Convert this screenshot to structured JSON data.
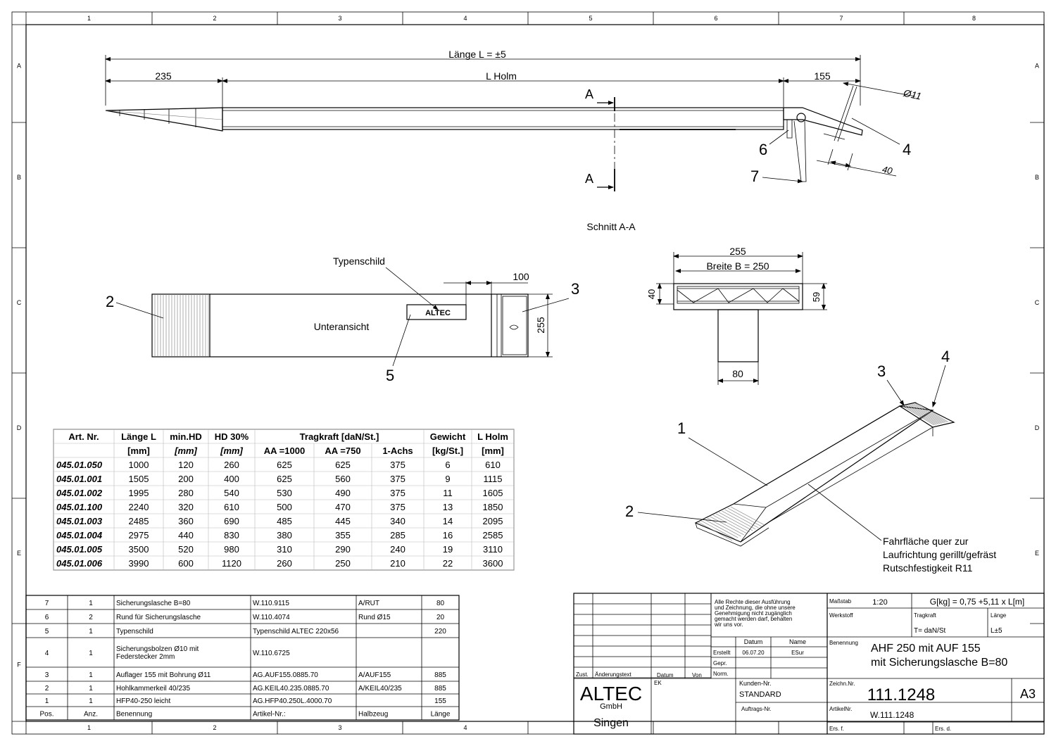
{
  "frame": {
    "columns": [
      "1",
      "2",
      "3",
      "4",
      "5",
      "6",
      "7",
      "8"
    ],
    "rows": [
      "A",
      "B",
      "C",
      "D",
      "E",
      "F"
    ]
  },
  "side_view": {
    "length_dim": "Länge L = ±5",
    "dim_left": "235",
    "dim_middle": "L Holm",
    "dim_right": "155",
    "dim_hole": "Ø11",
    "dim_40": "40",
    "section_marker": "A",
    "callout_6": "6",
    "callout_7": "7",
    "callout_4": "4"
  },
  "section": {
    "title": "Schnitt A-A",
    "dim_255": "255",
    "dim_width": "Breite B = 250",
    "dim_40": "40",
    "dim_59": "59",
    "dim_80": "80"
  },
  "bottom_view": {
    "title": "Unteransicht",
    "nameplate_label": "Typenschild",
    "nameplate_text": "ALTEC",
    "dim_100": "100",
    "dim_255": "255",
    "callout_2": "2",
    "callout_3": "3",
    "callout_5": "5"
  },
  "iso_view": {
    "callout_1": "1",
    "callout_2": "2",
    "callout_3": "3",
    "callout_4": "4",
    "note_line1": "Fahrfläche quer zur",
    "note_line2": "Laufrichtung gerillt/gefräst",
    "note_line3": "Rutschfestigkeit R11"
  },
  "spec_table": {
    "header1": [
      "Art. Nr.",
      "Länge L",
      "min.HD",
      "HD 30%",
      "Tragkraft [daN/St.]",
      "Gewicht",
      "L Holm"
    ],
    "header2": [
      "",
      "[mm]",
      "[mm]",
      "[mm]",
      "AA =1000",
      "AA =750",
      "1-Achs",
      "[kg/St.]",
      "[mm]"
    ],
    "rows": [
      [
        "045.01.050",
        "1000",
        "120",
        "260",
        "625",
        "625",
        "375",
        "6",
        "610"
      ],
      [
        "045.01.001",
        "1505",
        "200",
        "400",
        "625",
        "560",
        "375",
        "9",
        "1115"
      ],
      [
        "045.01.002",
        "1995",
        "280",
        "540",
        "530",
        "490",
        "375",
        "11",
        "1605"
      ],
      [
        "045.01.100",
        "2240",
        "320",
        "610",
        "500",
        "470",
        "375",
        "13",
        "1850"
      ],
      [
        "045.01.003",
        "2485",
        "360",
        "690",
        "485",
        "445",
        "340",
        "14",
        "2095"
      ],
      [
        "045.01.004",
        "2975",
        "440",
        "830",
        "380",
        "355",
        "285",
        "16",
        "2585"
      ],
      [
        "045.01.005",
        "3500",
        "520",
        "980",
        "310",
        "290",
        "240",
        "19",
        "3110"
      ],
      [
        "045.01.006",
        "3990",
        "600",
        "1120",
        "260",
        "250",
        "210",
        "22",
        "3600"
      ]
    ]
  },
  "bom": {
    "rows": [
      [
        "7",
        "1",
        "Sicherungslasche B=80",
        "W.110.9115",
        "A/RUT",
        "80"
      ],
      [
        "6",
        "2",
        "Rund für  Sicherungslasche",
        "W.110.4074",
        "Rund Ø15",
        "20"
      ],
      [
        "5",
        "1",
        "Typenschild",
        "Typenschild ALTEC 220x56",
        "",
        "220"
      ],
      [
        "4",
        "1",
        "Sicherungsbolzen Ø10  mit|Federstecker 2mm",
        "W.110.6725",
        "",
        ""
      ],
      [
        "3",
        "1",
        "Auflager 155  mit Bohrung Ø11",
        "AG.AUF155.0885.70",
        "A/AUF155",
        "885"
      ],
      [
        "2",
        "1",
        "Hohlkammerkeil 40/235",
        "AG.KEIL40.235.0885.70",
        "A/KEIL40/235",
        "885"
      ],
      [
        "1",
        "1",
        "HFP40-250 leicht",
        "AG.HFP40.250L.4000.70",
        "",
        "155"
      ]
    ],
    "header": [
      "Pos.",
      "Anz.",
      "Benennung",
      "Artikel-Nr.:",
      "Halbzeug",
      "Länge"
    ]
  },
  "title_block": {
    "rights_text": [
      "Alle Rechte dieser Ausführung",
      "und Zeichnung, die ohne unsere",
      "Genehmigung nicht zugänglich",
      "gemacht werden darf, behalten",
      "wir uns vor."
    ],
    "massstab_label": "Maßstab",
    "massstab": "1:20",
    "weight_formula": "G[kg] = 0,75 +5,11 x L[m]",
    "werkstoff_label": "Werkstoff",
    "tragkraft_label": "Tragkraft",
    "tragkraft_value": "T= daN/St",
    "laenge_label": "Länge",
    "laenge_value": "L±5",
    "datum_label": "Datum",
    "name_label": "Name",
    "erstellt_label": "Erstellt",
    "erstellt_date": "06.07.20",
    "erstellt_name": "ESur",
    "gepr_label": "Gepr.",
    "norm_label": "Norm.",
    "zust_label": "Zust.",
    "aenderung_label": "Änderungstext",
    "von_label": "Von",
    "benennung_label": "Benennung",
    "title_line1": "AHF 250 mit AUF 155",
    "title_line2": "mit Sicherungslasche B=80",
    "company": "ALTEC",
    "company_sub": "GmbH",
    "city": "Singen",
    "ek_label": "EK",
    "kunden_label": "Kunden-Nr.",
    "kunden_value": "STANDARD",
    "auftrags_label": "Auftrags-Nr.",
    "zeichn_label": "Zeichn.Nr.",
    "zeichn_value": "111.1248",
    "format": "A3",
    "artikel_label": "ArtikelNr.",
    "artikel_value": "W.111.1248",
    "ers_f": "Ers. f.",
    "ers_d": "Ers. d."
  }
}
